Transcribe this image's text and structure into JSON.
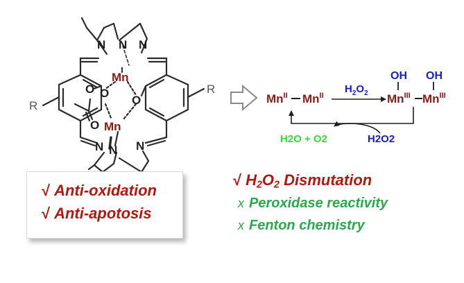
{
  "complex": {
    "r_left": "R",
    "r_right": "R",
    "mn_top": "Mn",
    "mn_bottom": "Mn",
    "o_atoms": [
      "O",
      "O",
      "O",
      "O"
    ],
    "n_atoms": [
      "N",
      "N",
      "N",
      "N",
      "N",
      "N"
    ]
  },
  "scheme": {
    "mn_left": "Mn",
    "mn_left_ox": "II",
    "mn_right": "Mn",
    "mn_right_ox": "II",
    "reagent_top": "H",
    "reagent_top_sub": "2",
    "reagent_top_o": "O",
    "reagent_top_o_sub": "2",
    "oh1": "OH",
    "oh2": "OH",
    "mn3a": "Mn",
    "mn3a_ox": "III",
    "mn3b": "Mn",
    "mn3b_ox": "III",
    "product_text": "H2O + O2",
    "reagent_bottom_text": "H2O2"
  },
  "activities": {
    "box": [
      "Anti-oxidation",
      "Anti-apotosis"
    ],
    "check_mark": "√",
    "cross_mark": "x",
    "dismutation_h": "H",
    "dismutation_2a": "2",
    "dismutation_o": "O",
    "dismutation_2b": "2",
    "dismutation_rest": " Dismutation",
    "peroxidase": "Peroxidase reactivity",
    "fenton": "Fenton chemistry"
  },
  "colors": {
    "mn": "#8b1a12",
    "positive": "#b5150f",
    "negative": "#2aa84a",
    "reagent": "#1a1acc",
    "product": "#33dd33"
  }
}
